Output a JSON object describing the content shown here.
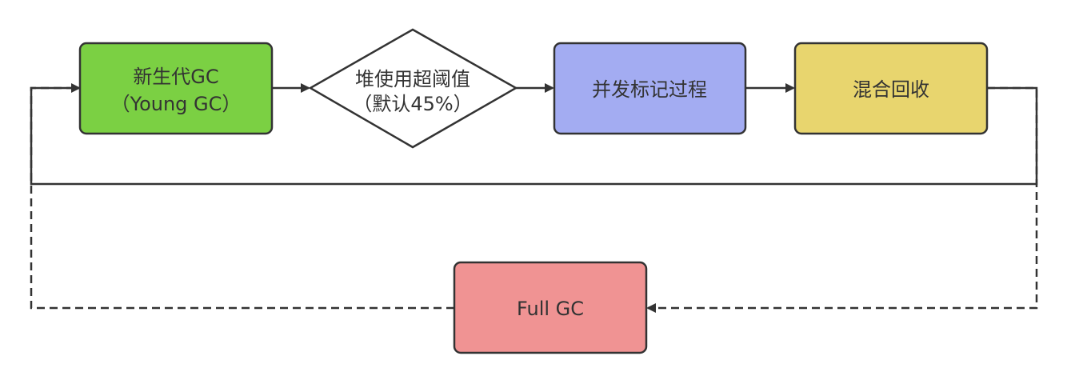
{
  "diagram": {
    "nodes": {
      "young_gc": {
        "line1": "新生代GC",
        "line2": "（Young GC）",
        "fill": "#7BD043"
      },
      "threshold": {
        "line1": "堆使用超阈值",
        "line2": "（默认45%）",
        "fill": "#FFFFFF"
      },
      "concurrent_mark": {
        "line1": "并发标记过程",
        "fill": "#A3ACF2"
      },
      "mixed_gc": {
        "line1": "混合回收",
        "fill": "#E8D56E"
      },
      "full_gc": {
        "line1": "Full GC",
        "fill": "#F09393"
      }
    },
    "colors": {
      "stroke": "#333333"
    }
  }
}
